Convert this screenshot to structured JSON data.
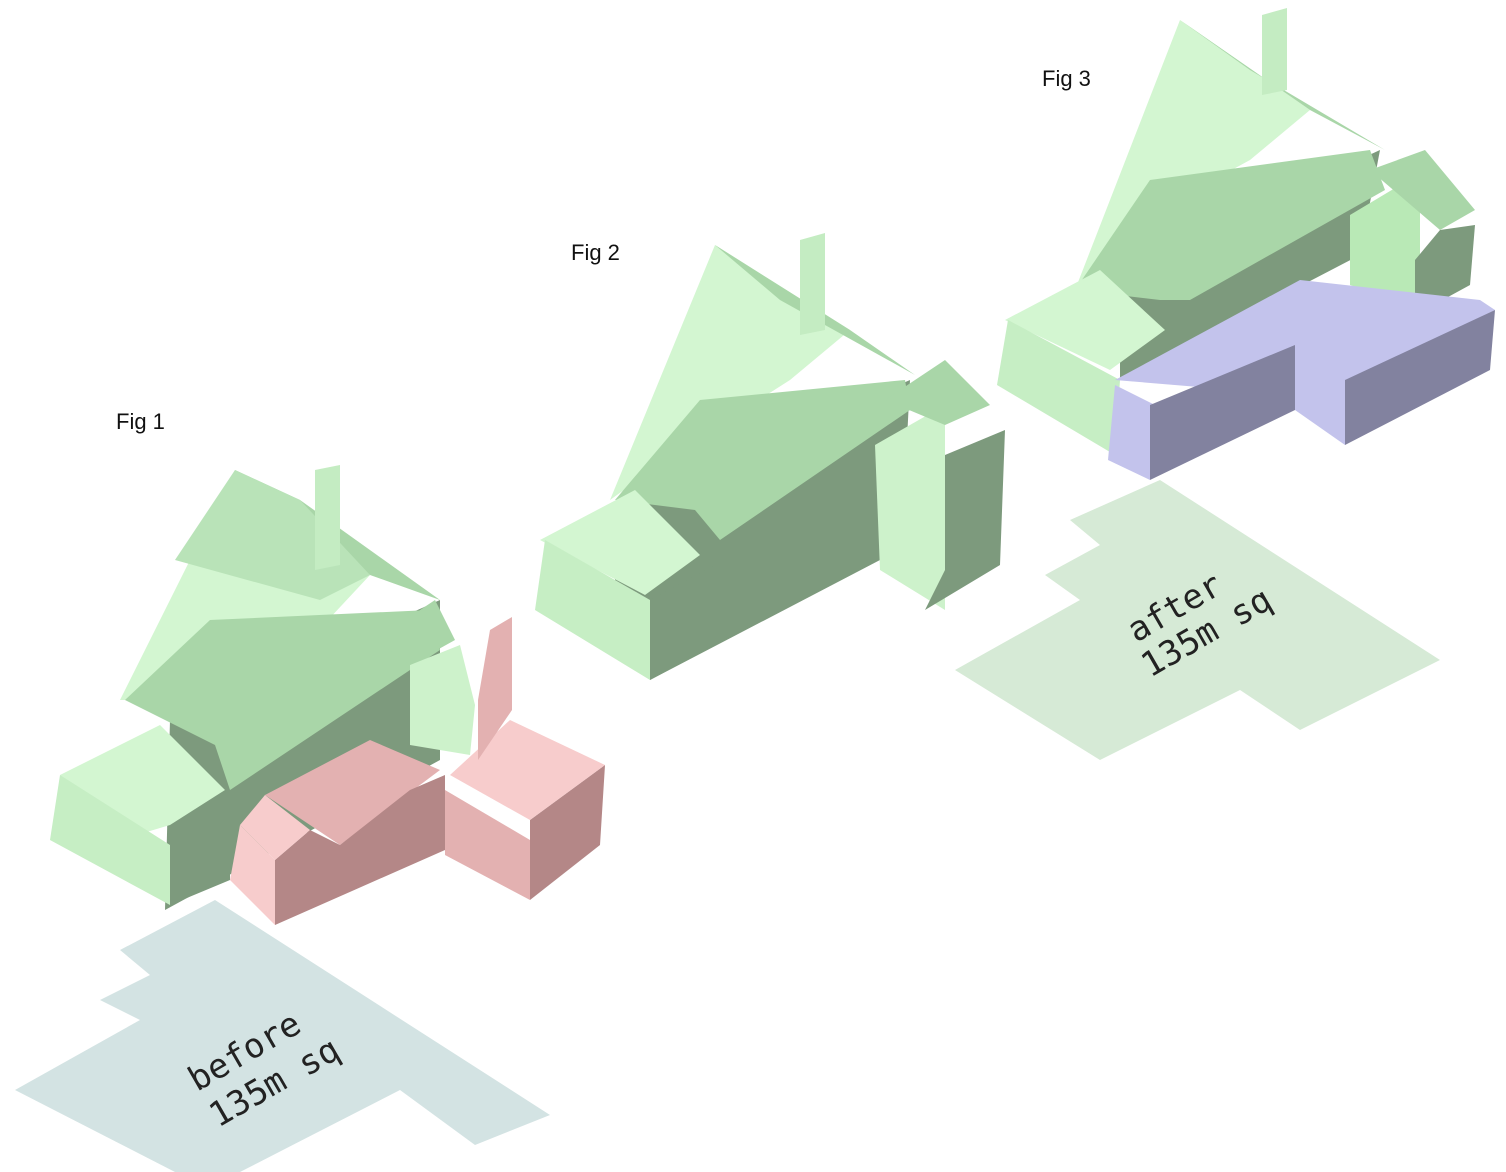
{
  "figures": [
    {
      "label": "Fig 1"
    },
    {
      "label": "Fig 2"
    },
    {
      "label": "Fig 3"
    }
  ],
  "plans": {
    "before": {
      "line1": "before",
      "line2": "135m sq"
    },
    "after": {
      "line1": "after",
      "line2": "135m sq"
    }
  },
  "colors": {
    "existing_light": "#d3f6d1",
    "existing_mid": "#a9d6a8",
    "existing_dark": "#7d9a7d",
    "removed_light": "#f7cccc",
    "removed_mid": "#e3b1b1",
    "removed_dark": "#b48787",
    "extension_light": "#c3c3ec",
    "extension_dark": "#82829f",
    "plan_before": "#d3e3e3",
    "plan_after": "#d6ead6"
  }
}
